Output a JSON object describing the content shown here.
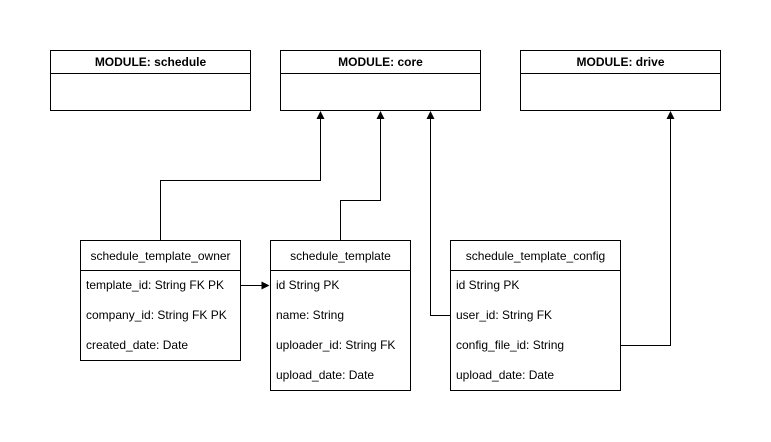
{
  "modules": {
    "schedule": {
      "title": "MODULE: schedule"
    },
    "core": {
      "title": "MODULE: core"
    },
    "drive": {
      "title": "MODULE: drive"
    }
  },
  "entities": {
    "schedule_template_owner": {
      "title": "schedule_template_owner",
      "fields": [
        "template_id: String FK PK",
        "company_id: String FK PK",
        "created_date: Date"
      ]
    },
    "schedule_template": {
      "title": "schedule_template",
      "fields": [
        "id String PK",
        "name: String",
        "uploader_id: String FK",
        "upload_date: Date"
      ]
    },
    "schedule_template_config": {
      "title": "schedule_template_config",
      "fields": [
        "id String PK",
        "user_id: String FK",
        "config_file_id: String",
        "upload_date: Date"
      ]
    }
  },
  "colors": {
    "stroke": "#000000",
    "fill": "#ffffff"
  }
}
